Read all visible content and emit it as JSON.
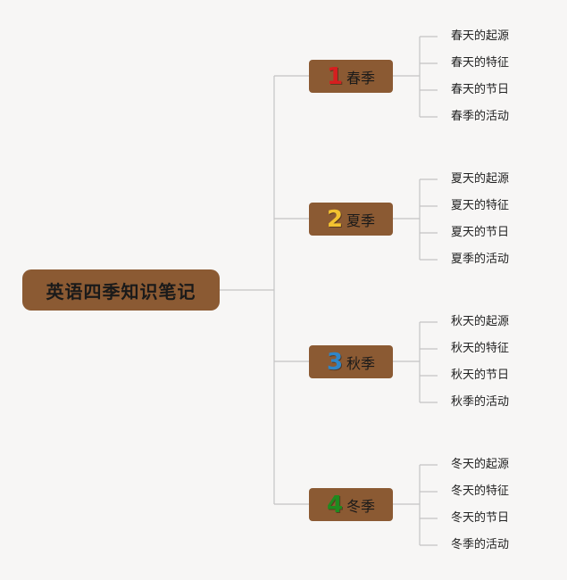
{
  "root": {
    "title": "英语四季知识笔记"
  },
  "seasons": [
    {
      "number": "1",
      "label": "春季",
      "color": "#d61f1f",
      "items": [
        "春天的起源",
        "春天的特征",
        "春天的节日",
        "春季的活动"
      ]
    },
    {
      "number": "2",
      "label": "夏季",
      "color": "#f2c230",
      "items": [
        "夏天的起源",
        "夏天的特征",
        "夏天的节日",
        "夏季的活动"
      ]
    },
    {
      "number": "3",
      "label": "秋季",
      "color": "#2f86c8",
      "items": [
        "秋天的起源",
        "秋天的特征",
        "秋天的节日",
        "秋季的活动"
      ]
    },
    {
      "number": "4",
      "label": "冬季",
      "color": "#1f8a1f",
      "items": [
        "冬天的起源",
        "冬天的特征",
        "冬天的节日",
        "冬季的活动"
      ]
    }
  ],
  "colors": {
    "connector": "#c4c4c4",
    "node_fill": "#8b5a33",
    "background": "#f7f6f5"
  }
}
